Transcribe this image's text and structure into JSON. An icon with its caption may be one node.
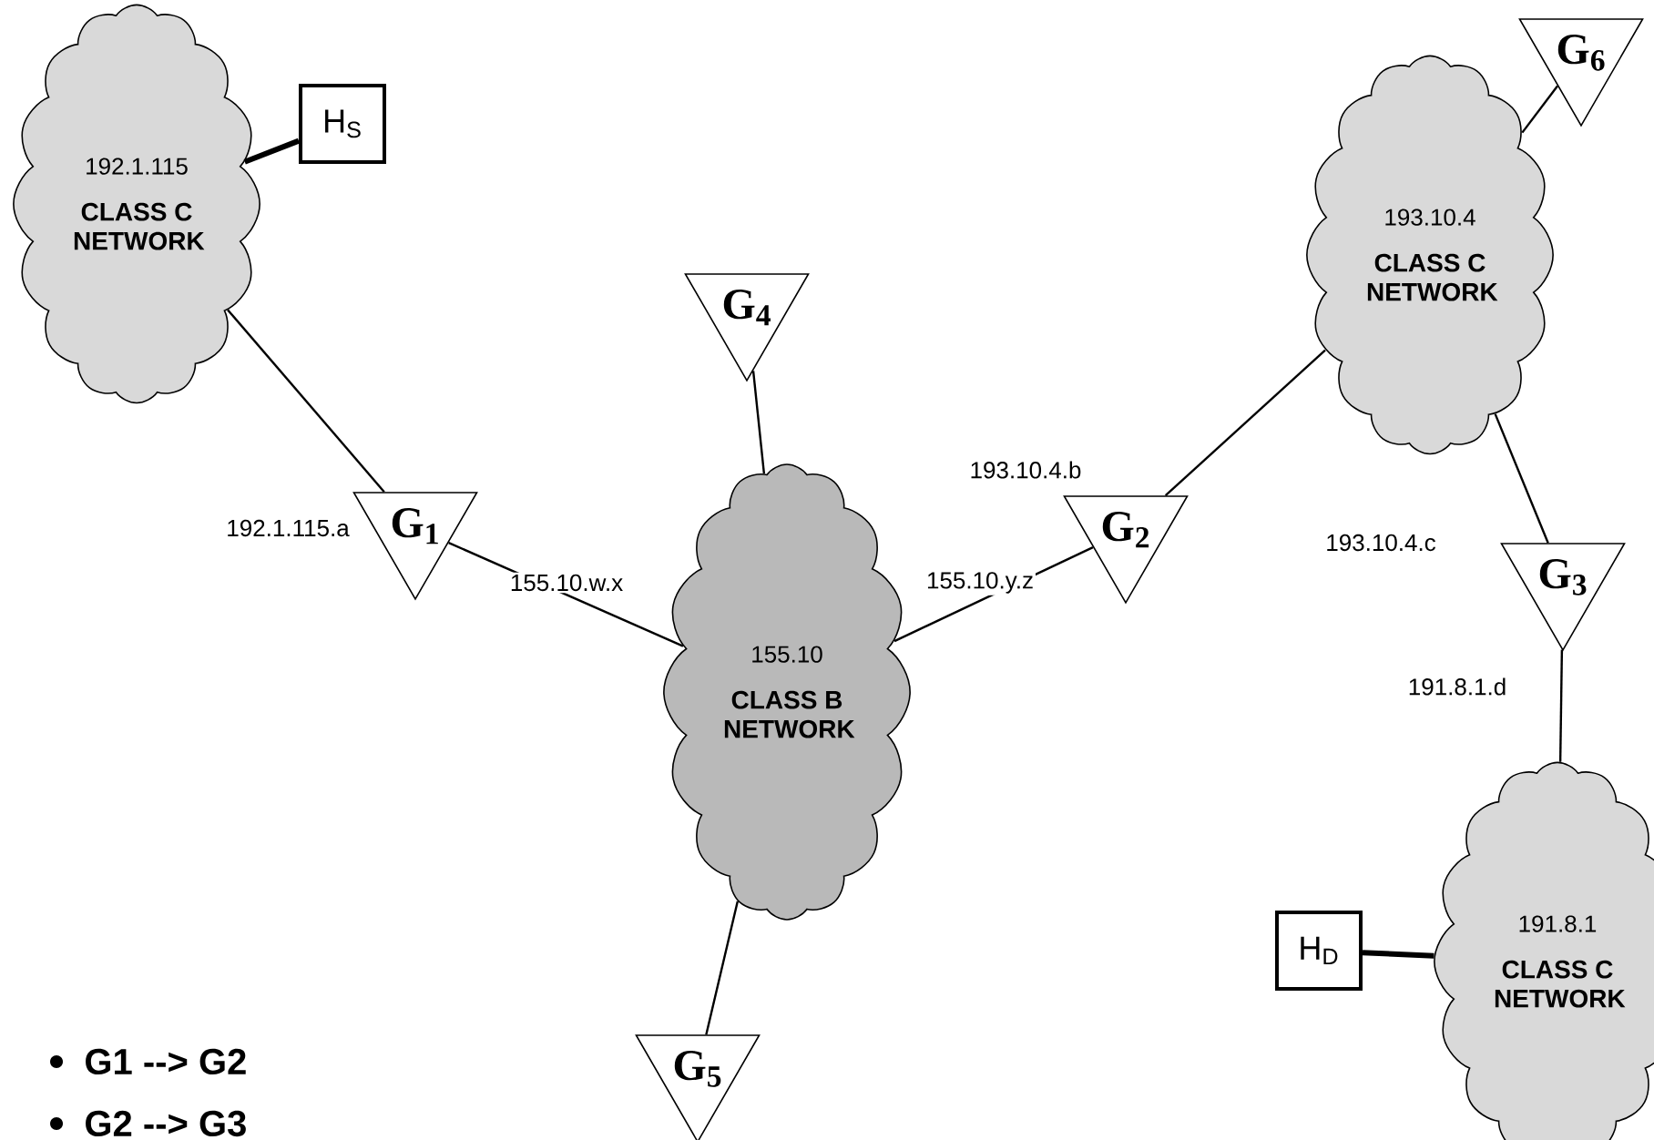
{
  "diagram": {
    "nodes": [
      {
        "text": [
          "192.1.115",
          "CLASS C NETWORK"
        ]
      },
      {
        "text": [
          "H$_{S}$"
        ]
      },
      {
        "text": [
          "G$_{1}$"
        ]
      },
      {
        "text": [
          "G$_{4}$"
        ]
      },
      {
        "text": [
          "155.10",
          "CLASS B NETWORK"
        ]
      },
      {
        "text": [
          "G$_{5}$"
        ]
      },
      {
        "text": [
          "G$_{2}$"
        ]
      },
      {
        "text": [
          "193.10.4",
          "CLASS C NETWORK"
        ]
      },
      {
        "text": [
          "G$_{6}$"
        ]
      },
      {
        "text": [
          "G$_{3}$"
        ]
      },
      {
        "text": [
          "191.8.1",
          "CLASS C NETWORK"
        ]
      },
      {
        "text": [
          "H$_{D}$"
        ]
      }
    ],
    "edges": [
      {
        "from": 0,
        "to": 1,
        "arrow": "none",
        "style": "thick"
      },
      {
        "from": 0,
        "to": 2,
        "arrow": "none",
        "label": "192.1.115.a"
      },
      {
        "from": 2,
        "to": 4,
        "arrow": "none",
        "label": "155.10.w.x"
      },
      {
        "from": 3,
        "to": 4,
        "arrow": "none"
      },
      {
        "from": 4,
        "to": 6,
        "arrow": "none",
        "label": "155.10.y.z"
      },
      {
        "from": 6,
        "to": 7,
        "arrow": "none",
        "label": "193.10.4.b"
      },
      {
        "from": 7,
        "to": 8,
        "arrow": "none"
      },
      {
        "from": 7,
        "to": 9,
        "arrow": "none",
        "label": "193.10.4.c"
      },
      {
        "from": 9,
        "to": 10,
        "arrow": "none",
        "label": "191.8.1.d"
      },
      {
        "from": 4,
        "to": 5,
        "arrow": "none"
      },
      {
        "from": 11,
        "to": 10,
        "arrow": "none",
        "style": "thick"
      }
    ],
    "labels": [
      "G1 --> G2",
      "G2 --> G3"
    ]
  }
}
